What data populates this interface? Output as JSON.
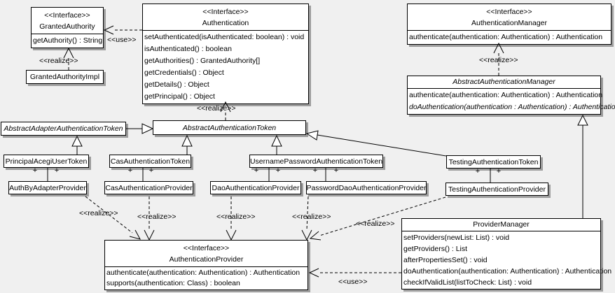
{
  "diagram": {
    "background": "#f0f0f0",
    "box_fill": "#ffffff",
    "box_border": "#000000",
    "box_shadow": "#9e9e9e"
  },
  "labels": {
    "interface_stereotype": "<<Interface>>",
    "realize": "<<realize>>",
    "use": "<<use>>",
    "plus": "+"
  },
  "classes": {
    "granted_authority": {
      "name": "GrantedAuthority",
      "methods": [
        "getAuthority() : String"
      ]
    },
    "granted_authority_impl": {
      "name": "GrantedAuthorityImpl"
    },
    "authentication": {
      "name": "Authentication",
      "methods": [
        "setAuthenticated(isAuthenticated: boolean) : void",
        "isAuthenticated() : boolean",
        "getAuthorities() : GrantedAuthority[]",
        "getCredentials() : Object",
        "getDetails() : Object",
        "getPrincipal() : Object"
      ]
    },
    "authentication_manager": {
      "name": "AuthenticationManager",
      "methods": [
        "authenticate(authentication: Authentication) : Authentication"
      ]
    },
    "abstract_authentication_manager": {
      "name": "AbstractAuthenticationManager",
      "methods": [
        "authenticate(authentication: Authentication) : Authentication",
        "doAuthentication(authentication : Authentication) : Authentication"
      ]
    },
    "abstract_adapter_authentication_token": {
      "name": "AbstractAdapterAuthenticationToken"
    },
    "abstract_authentication_token": {
      "name": "AbstractAuthenticationToken"
    },
    "principal_acegi_user_token": {
      "name": "PrincipalAcegiUserToken"
    },
    "cas_authentication_token": {
      "name": "CasAuthenticationToken"
    },
    "username_password_authentication_token": {
      "name": "UsernamePasswordAuthenticationToken"
    },
    "testing_authentication_token": {
      "name": "TestingAuthenticationToken"
    },
    "auth_by_adapter_provider": {
      "name": "AuthByAdapterProvider"
    },
    "cas_authentication_provider": {
      "name": "CasAuthenticationProvider"
    },
    "dao_authentication_provider": {
      "name": "DaoAuthenticationProvider"
    },
    "password_dao_authentication_provider": {
      "name": "PasswordDaoAuthenticationProvider"
    },
    "testing_authentication_provider": {
      "name": "TestingAuthenticationProvider"
    },
    "authentication_provider": {
      "name": "AuthenticationProvider",
      "methods": [
        "authenticate(authentication: Authentication) : Authentication",
        "supports(authentication: Class) : boolean"
      ]
    },
    "provider_manager": {
      "name": "ProviderManager",
      "methods": [
        "setProviders(newList: List) : void",
        "getProviders() : List",
        "afterPropertiesSet() : void",
        "doAuthentication(authentication: Authentication) : Authentication",
        "checkIfValidList(listToCheck: List) : void"
      ]
    }
  }
}
